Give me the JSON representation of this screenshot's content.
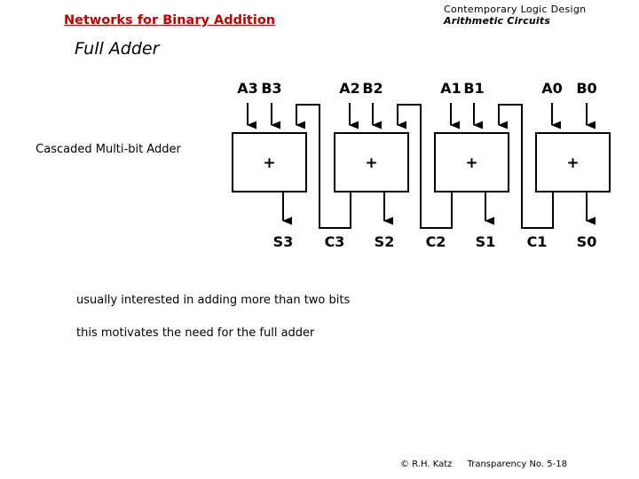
{
  "header": {
    "course": "Contemporary Logic Design",
    "chapter": "Arithmetic Circuits"
  },
  "title": "Networks for Binary Addition",
  "subtitle": "Full Adder",
  "caption": "Cascaded Multi-bit Adder",
  "colors": {
    "title_red": "#c00000",
    "wire_black": "#000000",
    "box_fill": "#ffffff",
    "page_background": "#ffffff"
  },
  "diagram": {
    "name": "cascaded-multi-bit-adder",
    "adder_symbol": "+",
    "stages": [
      {
        "index": 3,
        "inputs": [
          "A3",
          "B3"
        ],
        "carry_in_label": "",
        "sum_label": "S3",
        "carry_out_label": "C3",
        "has_carry_in": true
      },
      {
        "index": 2,
        "inputs": [
          "A2",
          "B2"
        ],
        "carry_in_label": "C3",
        "sum_label": "S2",
        "carry_out_label": "C2",
        "has_carry_in": true
      },
      {
        "index": 1,
        "inputs": [
          "A1",
          "B1"
        ],
        "carry_in_label": "C2",
        "sum_label": "S1",
        "carry_out_label": "C1",
        "has_carry_in": true
      },
      {
        "index": 0,
        "inputs": [
          "A0",
          "B0"
        ],
        "carry_in_label": "C1",
        "sum_label": "S0",
        "carry_out_label": "",
        "has_carry_in": false
      }
    ],
    "top_labels": [
      "A3",
      "B3",
      "A2",
      "B2",
      "A1",
      "B1",
      "A0",
      "B0"
    ],
    "bottom_labels": [
      "S3",
      "C3",
      "S2",
      "C2",
      "S1",
      "C1",
      "S0"
    ]
  },
  "bullets": [
    "usually interested in adding more than two bits",
    "this motivates the need for the full adder"
  ],
  "footer": {
    "copyright": "© R.H. Katz",
    "transparency": "Transparency No. 5-18"
  }
}
